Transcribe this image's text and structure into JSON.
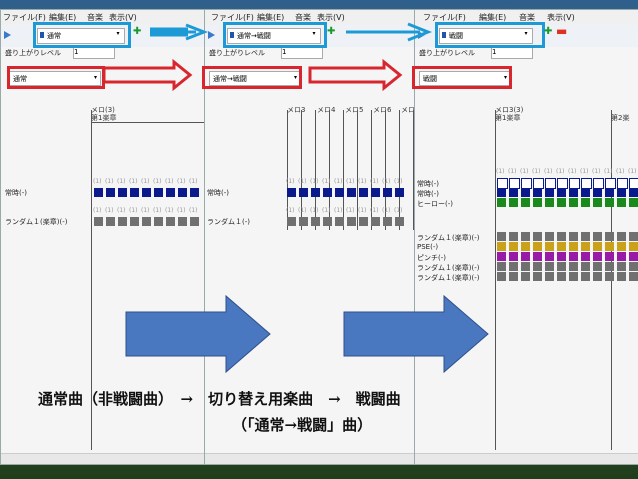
{
  "menu": {
    "file": "ファイル(F)",
    "edit": "編集(E)",
    "music": "音楽",
    "view": "表示(V)"
  },
  "panels": [
    {
      "combo_value": "通常",
      "level_label": "盛り上がりレベル",
      "level_value": "1",
      "filter_value": "通常"
    },
    {
      "combo_value": "通常→戦闘",
      "level_label": "盛り上がりレベル",
      "level_value": "1",
      "filter_value": "通常→戦闘"
    },
    {
      "combo_value": "戦闘",
      "level_label": "盛り上がりレベル",
      "level_value": "1",
      "filter_value": "戦闘"
    }
  ],
  "panel1_grid": {
    "header_top": "メロ(3)",
    "header_bottom": "第1楽章",
    "rows": [
      "常時(-)",
      "ランダム１(楽章)(-)"
    ],
    "cell_label": "(1)"
  },
  "panel2_grid": {
    "headers": [
      "メロ3",
      "メロ4",
      "メロ5",
      "メロ6",
      "メロ"
    ],
    "rows": [
      "常時(-)",
      "ランダム１(-)"
    ]
  },
  "panel3_grid": {
    "header_top": "メロ3(3)",
    "header_bottom": "第1楽章",
    "header_right": "第2楽",
    "rows": [
      "常時(-)",
      "常時(-)",
      "ヒーロー(-)",
      "ランダム１(楽章)(-)",
      "PSE(-)",
      "ピンチ(-)",
      "ランダム１(楽章)(-)",
      "ランダム１(楽章)(-)"
    ]
  },
  "caption": {
    "line1": "通常曲（非戦闘曲）　→　切り替え用楽曲　→　戦闘曲",
    "line2": "（「通常→戦闘」曲）"
  },
  "colors": {
    "navy": "#0a1a8c",
    "gray": "#707070",
    "green": "#1a8a1a",
    "gold": "#c9a21a",
    "magenta": "#9a1aa8",
    "blue_box": "#1d9ad6",
    "red_box": "#d8262f",
    "arrow": "#4a78c0"
  }
}
